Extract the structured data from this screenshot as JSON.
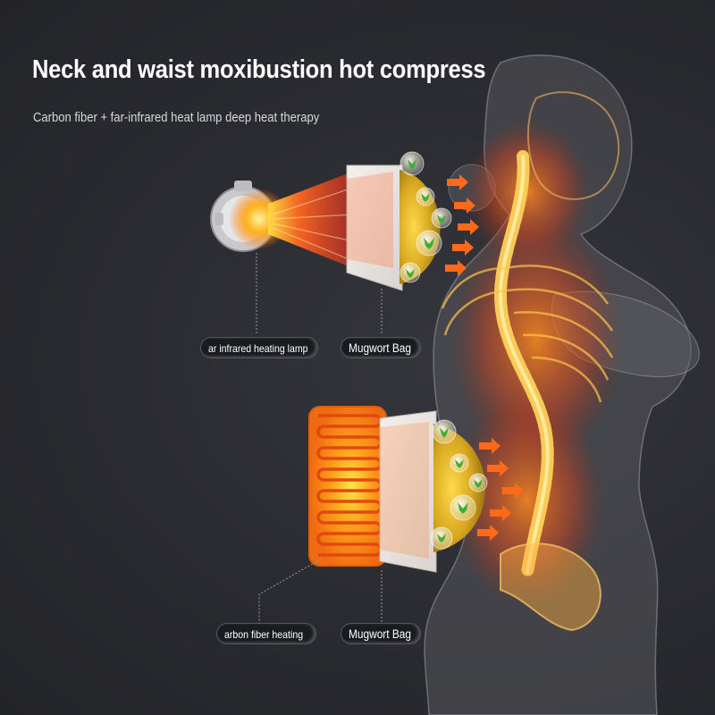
{
  "header": {
    "title": "Neck and waist moxibustion hot compress",
    "subtitle": "Carbon fiber + far-infrared heat lamp deep heat therapy"
  },
  "labels": {
    "lamp": "ar infrared heating lamp",
    "mugwort_top": "Mugwort Bag",
    "carbon": "arbon fiber heating",
    "mugwort_bottom": "Mugwort Bag"
  },
  "colors": {
    "background": "#2b2c31",
    "heat_orange": "#ff7a1a",
    "heat_red": "#e8321c",
    "herb_green": "#3fae35"
  }
}
